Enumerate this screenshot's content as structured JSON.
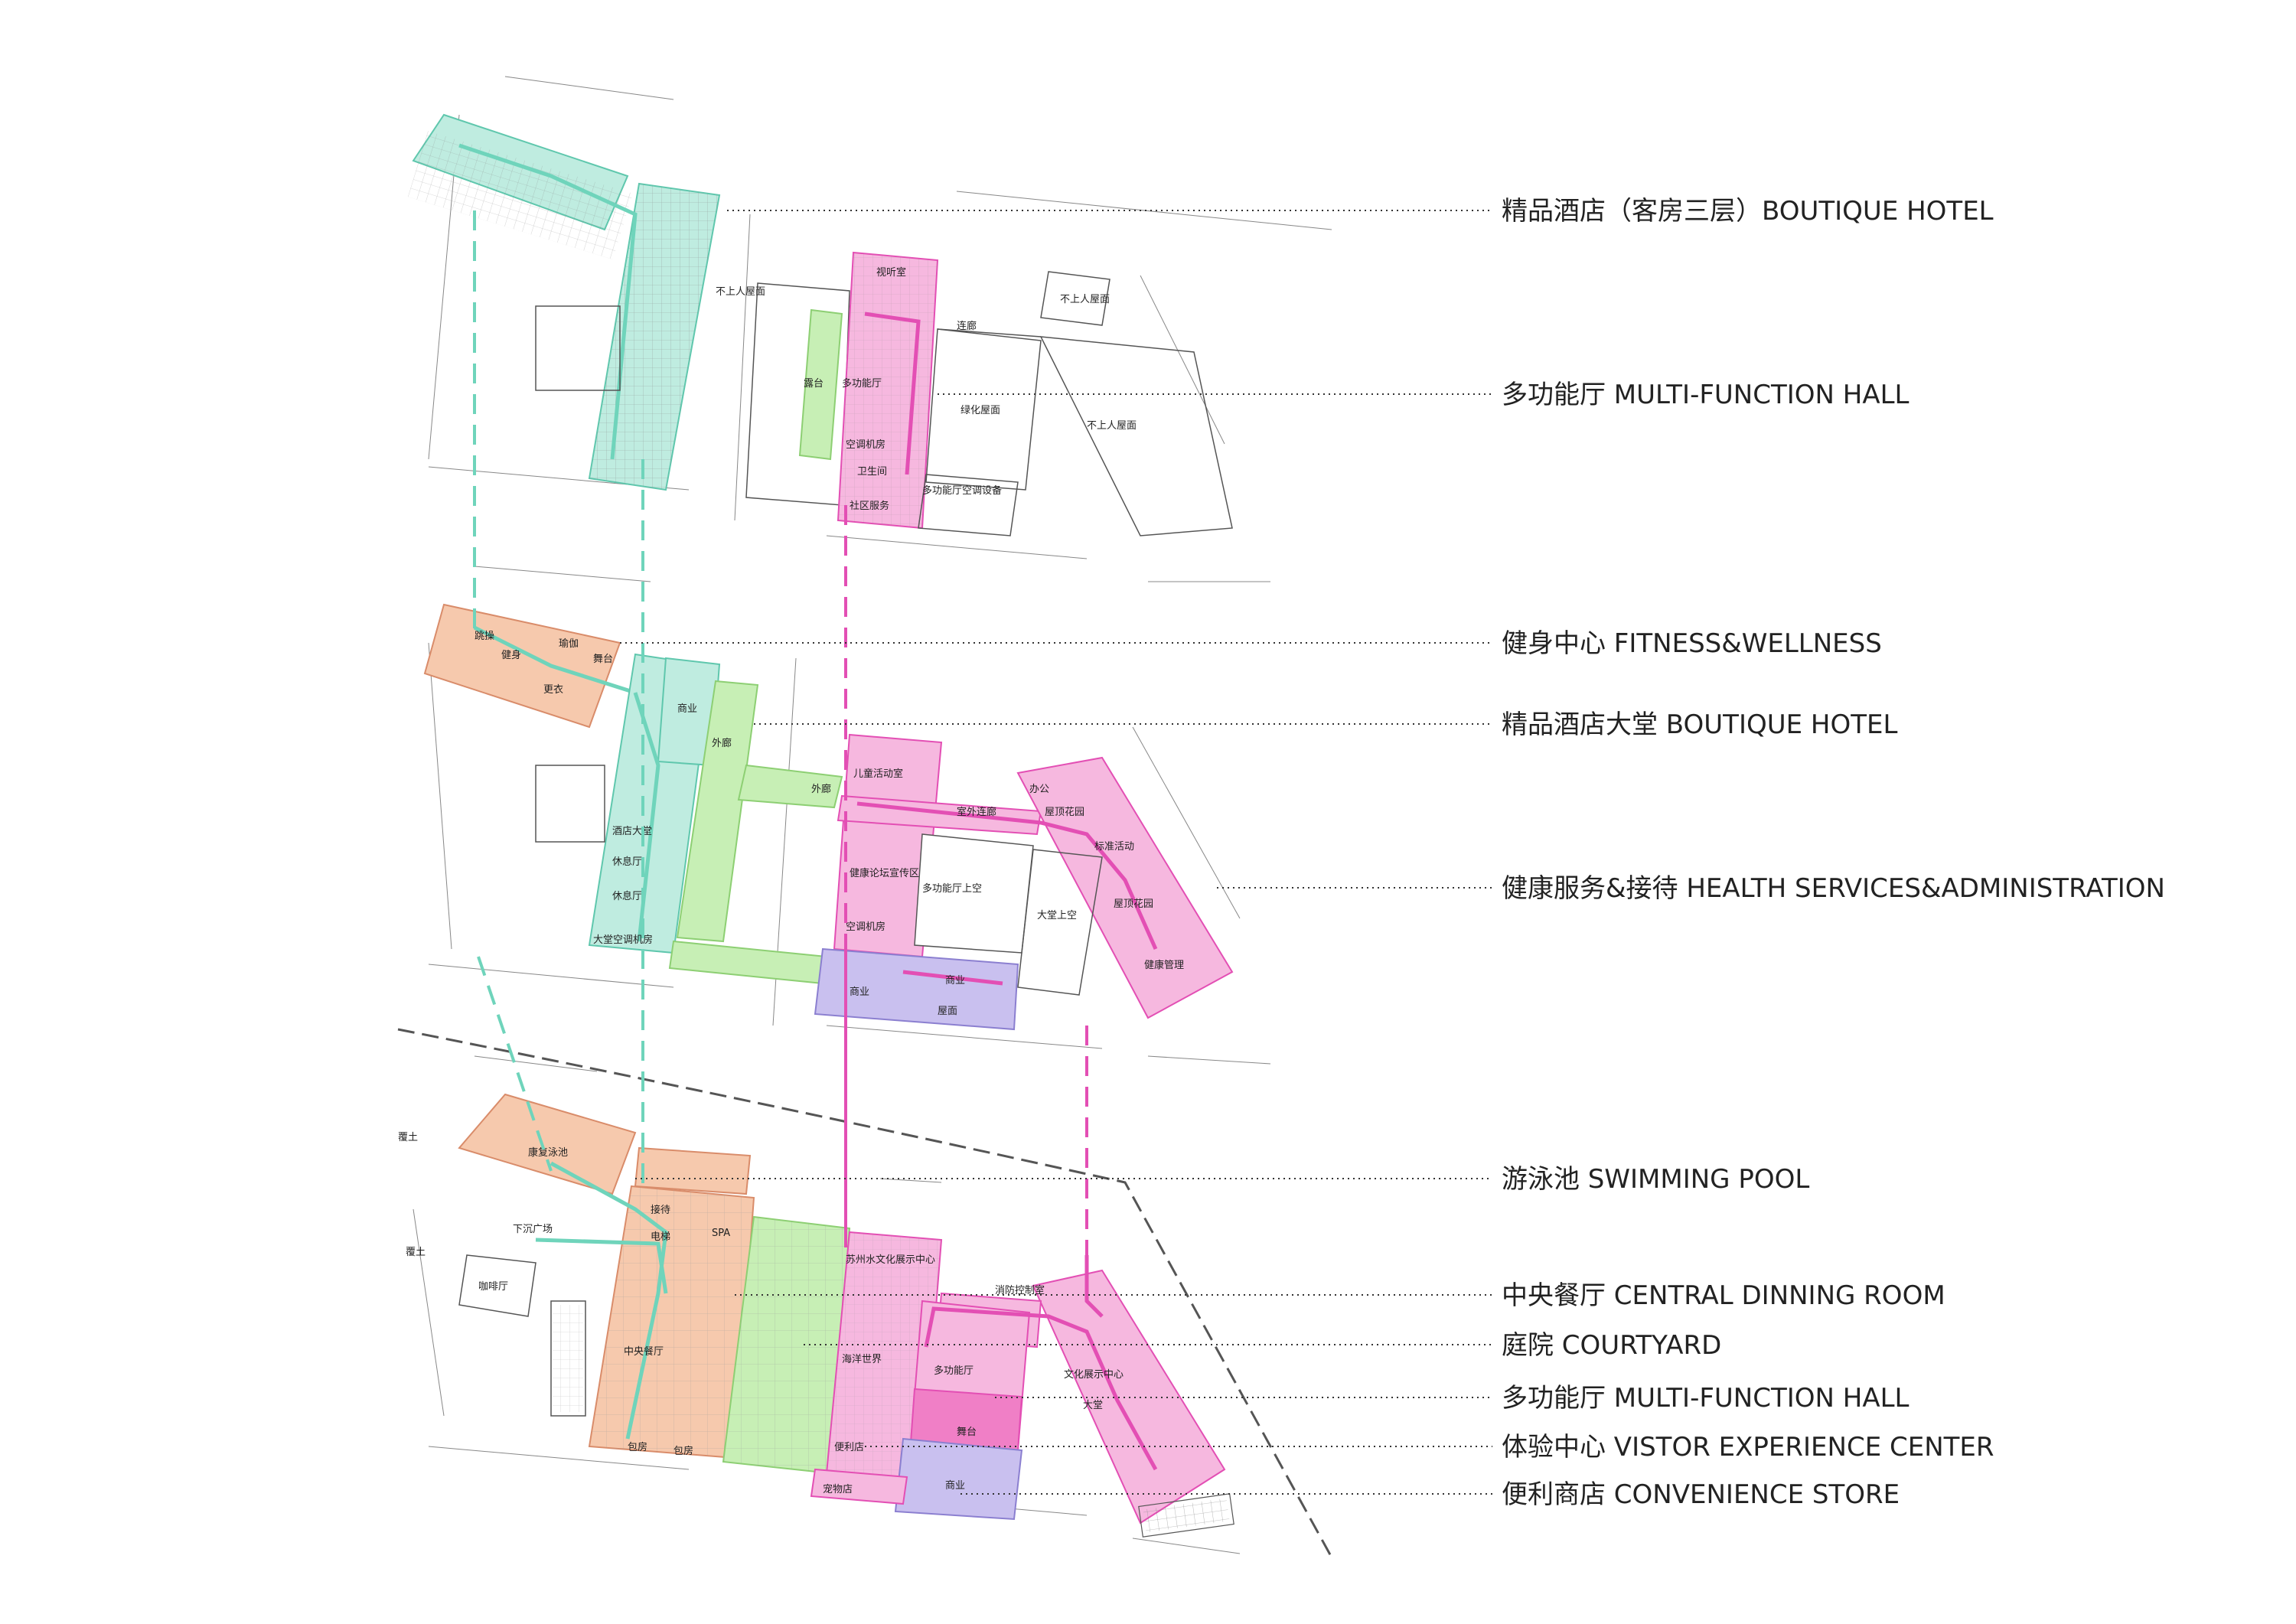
{
  "colors": {
    "hotel": "#bfece0",
    "hotel_stroke": "#5fc7ad",
    "multi": "#f6b8df",
    "multi_stroke": "#e34fb4",
    "fitness": "#f6c9ad",
    "fitness_stroke": "#d98c6a",
    "green": "#c7efb5",
    "green_stroke": "#8dcf73",
    "purple": "#c9c0ef",
    "purple_stroke": "#8b7fd0",
    "stage": "#f07fc6",
    "linework": "#555555",
    "leader": "#333333"
  },
  "legend": [
    {
      "text": "精品酒店（客房三层）BOUTIQUE HOTEL"
    },
    {
      "text": "多功能厅  MULTI-FUNCTION HALL"
    },
    {
      "text": "健身中心  FITNESS&WELLNESS"
    },
    {
      "text": "精品酒店大堂  BOUTIQUE HOTEL"
    },
    {
      "text": "健康服务&接待  HEALTH SERVICES&ADMINISTRATION"
    },
    {
      "text": "游泳池  SWIMMING POOL"
    },
    {
      "text": "中央餐厅  CENTRAL DINNING ROOM"
    },
    {
      "text": "庭院  COURTYARD"
    },
    {
      "text": "多功能厅  MULTI-FUNCTION HALL"
    },
    {
      "text": "体验中心  VISTOR EXPERIENCE CENTER"
    },
    {
      "text": "便利商店  CONVENIENCE STORE"
    }
  ],
  "rooms": {
    "top": {
      "shiting": "视听室",
      "bushang1": "不上人屋面",
      "bushang2": "不上人屋面",
      "bushang3": "不上人屋面",
      "lutai": "露台",
      "duogong": "多功能厅",
      "lvhua": "绿化屋面",
      "kongtiao": "空调机房",
      "weisheng": "卫生间",
      "duogongkt": "多功能厅空调设备",
      "shequ": "社区服务",
      "lianglang": "连廊"
    },
    "mid": {
      "tiaowu": "跳操",
      "yujia": "瑜伽",
      "jianshen": "健身",
      "wujia": "舞台",
      "gengyi": "更衣",
      "shangye1": "商业",
      "waiting1": "外廊",
      "waiting2": "外廊",
      "ertong": "儿童活动室",
      "shiwai": "室外连廊",
      "bangong": "办公",
      "wuding": "屋顶花园",
      "jiudiandt": "酒店大堂",
      "xiuxi1": "休息厅",
      "xiuxi2": "休息厅",
      "jiankang": "健康论坛宣传区",
      "duogongsk": "多功能厅上空",
      "dataosk": "大堂上空",
      "kongtiao2": "空调机房",
      "biaozhun": "标准活动",
      "wuding2": "屋顶花园",
      "dataokong": "大堂空调机房",
      "jiankanggl": "健康管理",
      "shangye2": "商业",
      "shangye3": "商业",
      "wumian": "屋面"
    },
    "bot": {
      "fuyu": "覆土",
      "youyong": "康复泳池",
      "jiedai": "接待",
      "spa": "SPA",
      "xiachen": "下沉广场",
      "fuyu2": "覆土",
      "kafei": "咖啡厅",
      "suzhou": "苏州水文化展示中心",
      "xiaofang": "消防控制室",
      "zhongyang": "中央餐厅",
      "haiyang": "海洋世界",
      "duogong3": "多功能厅",
      "wenhua": "文化展示中心",
      "datang": "大堂",
      "wutai": "舞台",
      "baofang1": "包房",
      "baofang2": "包房",
      "chongwu": "宠物店",
      "shangye4": "商业",
      "bianli": "便利店",
      "dianti": "电梯"
    }
  }
}
